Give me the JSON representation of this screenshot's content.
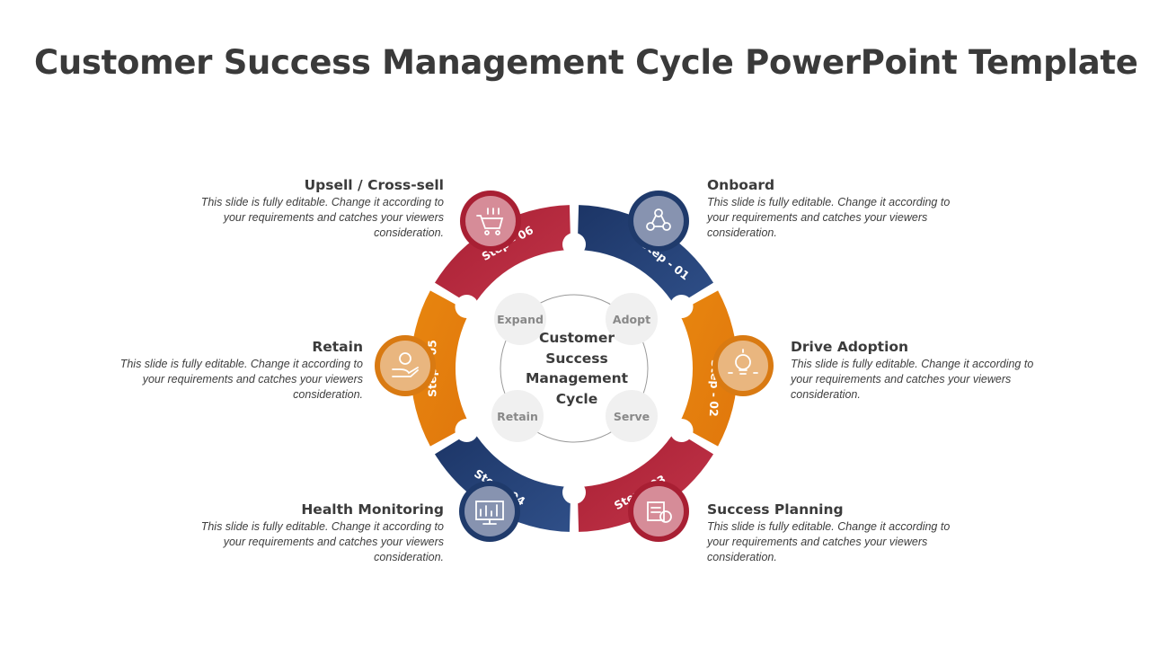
{
  "title": "Customer Success Management Cycle PowerPoint Template",
  "center": {
    "lines": [
      "Customer",
      "Success",
      "Management",
      "Cycle"
    ]
  },
  "inner_circles": [
    "Expand",
    "Adopt",
    "Retain",
    "Serve"
  ],
  "steps": [
    {
      "step": "Step - 01",
      "heading": "Onboard",
      "icon": "team-network-icon",
      "color": "#243f73"
    },
    {
      "step": "Step - 02",
      "heading": "Drive Adoption",
      "icon": "lightbulb-gear-icon",
      "color": "#e47f0f"
    },
    {
      "step": "Step - 03",
      "heading": "Success Planning",
      "icon": "plan-chart-icon",
      "color": "#b0263a"
    },
    {
      "step": "Step - 04",
      "heading": "Health Monitoring",
      "icon": "monitor-chart-icon",
      "color": "#243f73"
    },
    {
      "step": "Step - 05",
      "heading": "Retain",
      "icon": "hand-holding-money-icon",
      "color": "#e47f0f"
    },
    {
      "step": "Step - 06",
      "heading": "Upsell / Cross-sell",
      "icon": "cart-upsell-icon",
      "color": "#b0263a"
    }
  ],
  "description": [
    "This slide is fully editable. Change it according to",
    "your requirements and catches your viewers",
    "consideration."
  ]
}
